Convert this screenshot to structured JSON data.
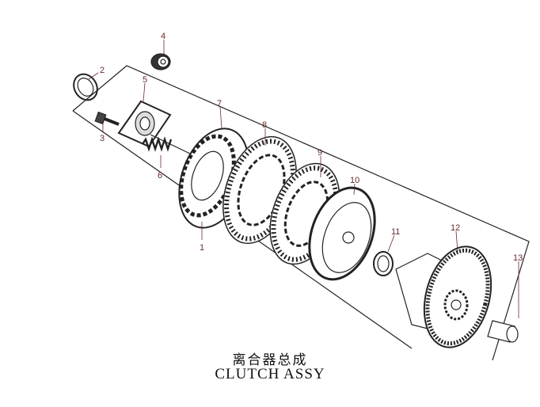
{
  "title": {
    "chinese": "离合器总成",
    "english": "CLUTCH ASSY"
  },
  "callouts": [
    {
      "number": "1",
      "part": "clutch-housing-inner"
    },
    {
      "number": "2",
      "part": "bushing"
    },
    {
      "number": "3",
      "part": "bolt"
    },
    {
      "number": "4",
      "part": "bearing"
    },
    {
      "number": "5",
      "part": "pressure-plate"
    },
    {
      "number": "6",
      "part": "spring"
    },
    {
      "number": "7",
      "part": "clutch-center"
    },
    {
      "number": "8",
      "part": "friction-disc"
    },
    {
      "number": "9",
      "part": "clutch-plate"
    },
    {
      "number": "10",
      "part": "pressure-disc"
    },
    {
      "number": "11",
      "part": "washer"
    },
    {
      "number": "12",
      "part": "outer-clutch-gear"
    },
    {
      "number": "13",
      "part": "collar"
    }
  ],
  "colors": {
    "line": "#222222",
    "callout": "#6a2a2a"
  }
}
